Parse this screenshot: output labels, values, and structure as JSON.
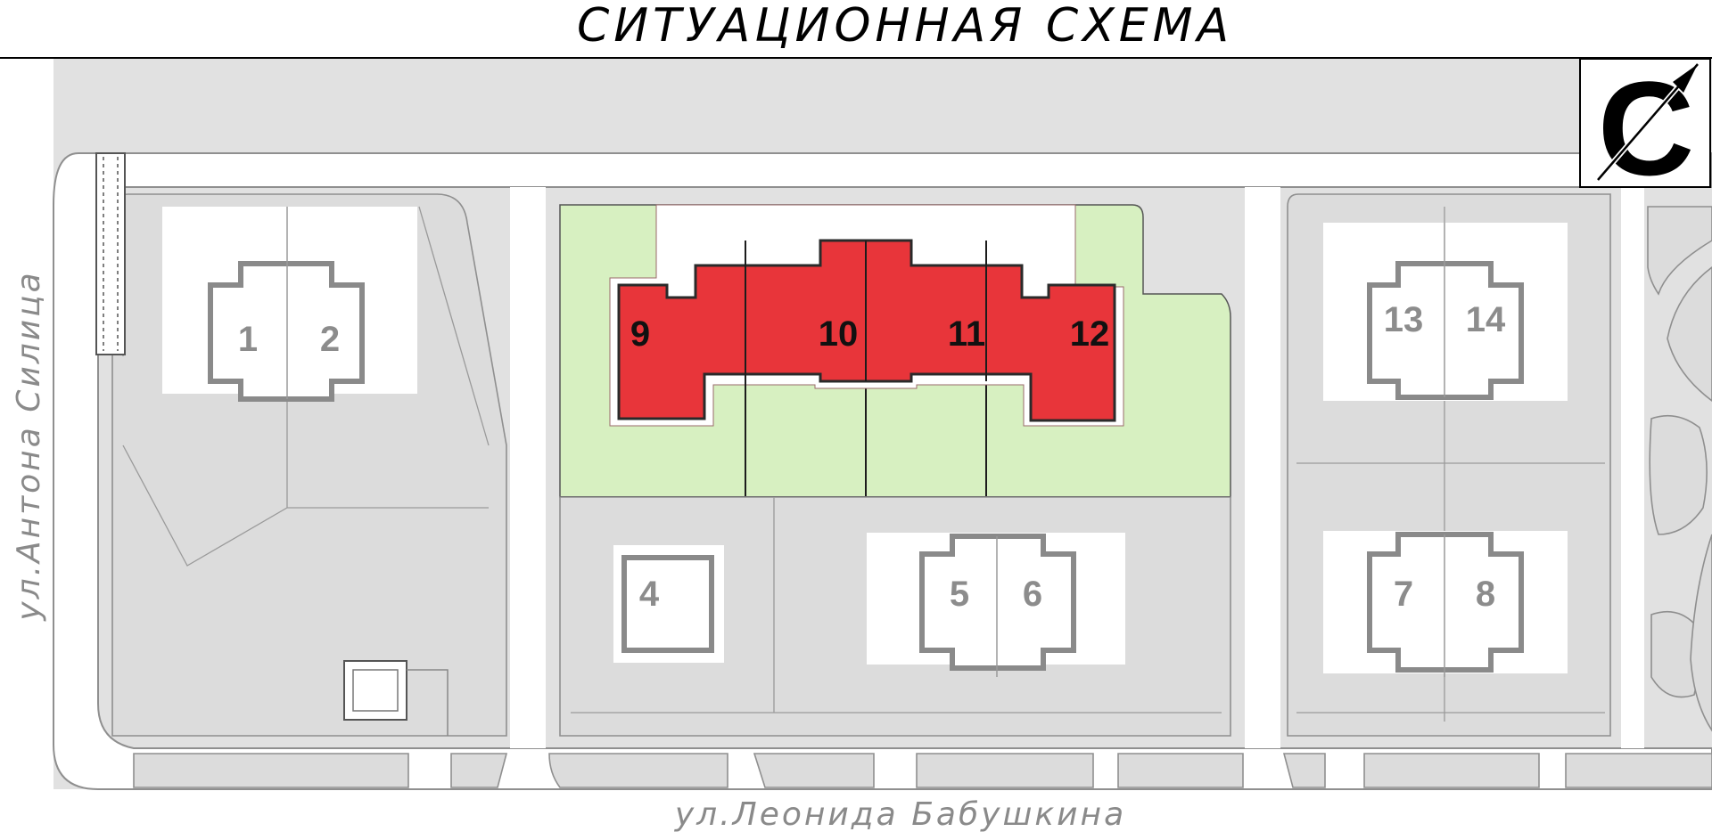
{
  "title": "СИТУАЦИОННАЯ СХЕМА",
  "streets": {
    "west": "ул.Антона Силица",
    "south": "ул.Леонида Бабушкина"
  },
  "compass": {
    "letter": "С"
  },
  "buildings": [
    {
      "id": "1",
      "selected": false
    },
    {
      "id": "2",
      "selected": false
    },
    {
      "id": "4",
      "selected": false
    },
    {
      "id": "5",
      "selected": false
    },
    {
      "id": "6",
      "selected": false
    },
    {
      "id": "7",
      "selected": false
    },
    {
      "id": "8",
      "selected": false
    },
    {
      "id": "9",
      "selected": true
    },
    {
      "id": "10",
      "selected": true
    },
    {
      "id": "11",
      "selected": true
    },
    {
      "id": "12",
      "selected": true
    },
    {
      "id": "13",
      "selected": false
    },
    {
      "id": "14",
      "selected": false
    }
  ],
  "colors": {
    "selected_building": "#e8353a",
    "selected_lot": "#d7f0c1",
    "ground": "#e1e1e1",
    "roads": "#ffffff"
  }
}
